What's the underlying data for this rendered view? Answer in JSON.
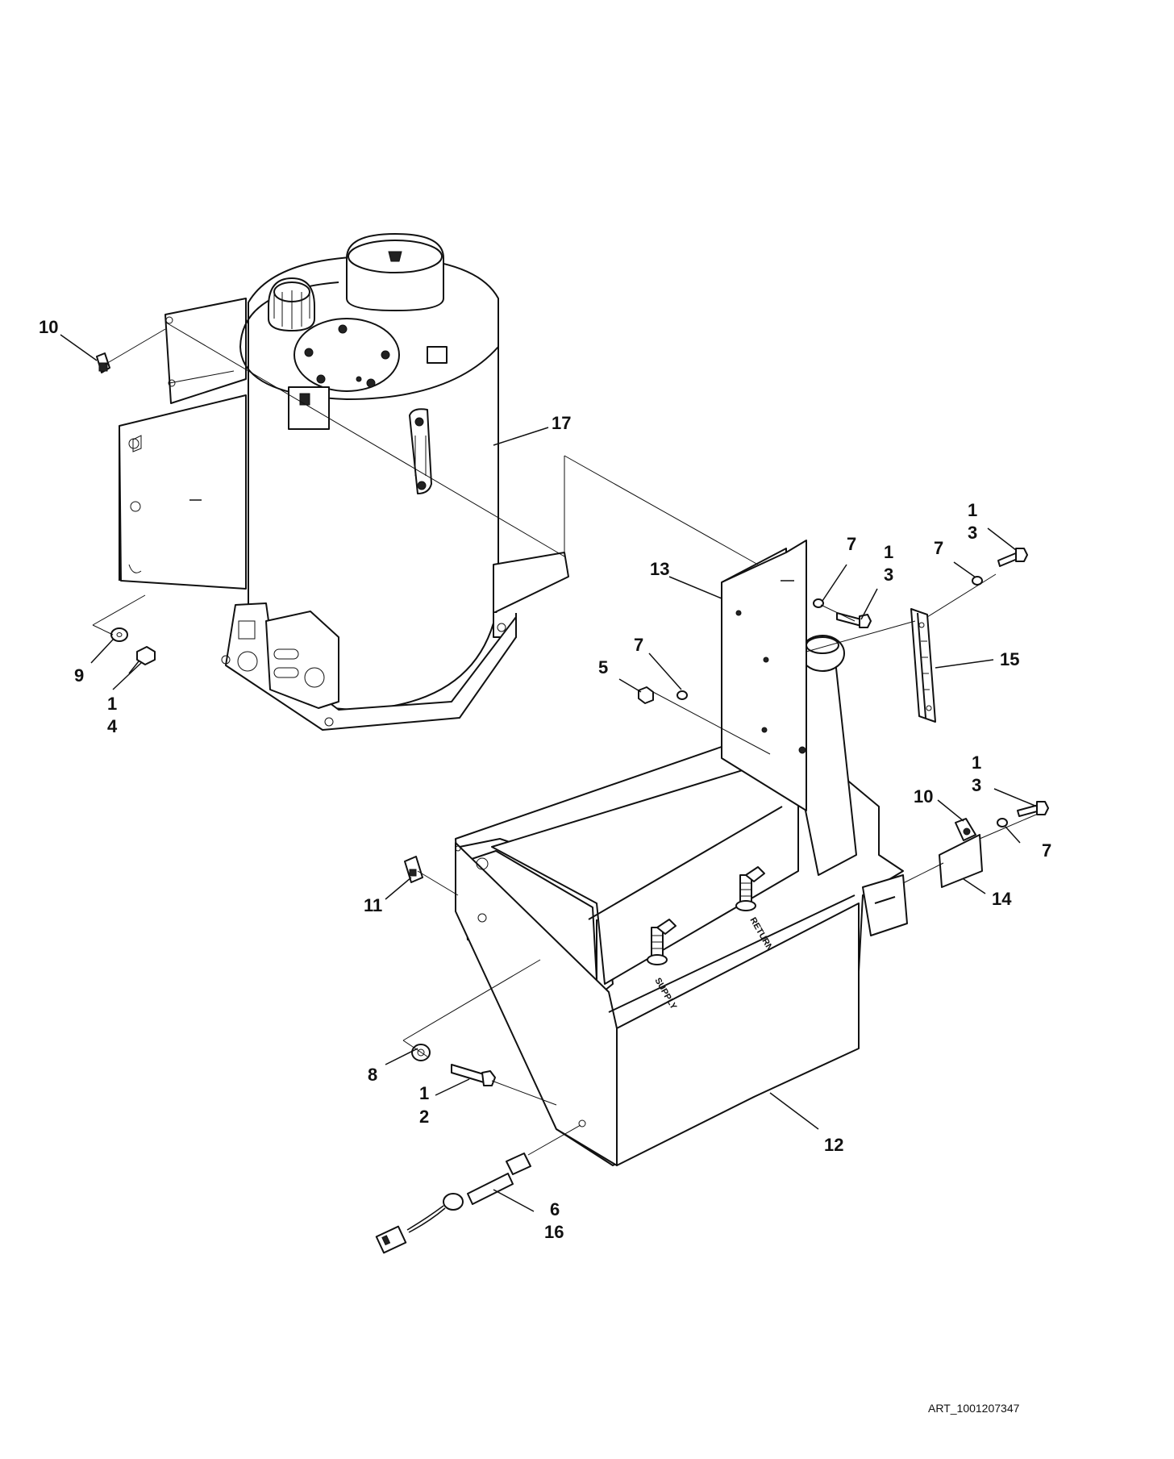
{
  "art_reference": "ART_1001207347",
  "stamps": {
    "supply": "SUPPLY",
    "return": "RETURN"
  },
  "callouts": {
    "c10a": "10",
    "c17": "17",
    "c9": "9",
    "c1a": "1",
    "c4": "4",
    "c13": "13",
    "c7a": "7",
    "c1b": "1",
    "c3a": "3",
    "c7b": "7",
    "c1c": "1",
    "c3b": "3",
    "c15": "15",
    "c7c": "7",
    "c5": "5",
    "c1d": "1",
    "c3c": "3",
    "c10b": "10",
    "c7d": "7",
    "c14": "14",
    "c11": "11",
    "c8": "8",
    "c1e": "1",
    "c2": "2",
    "c12": "12",
    "c6": "6",
    "c16": "16"
  }
}
